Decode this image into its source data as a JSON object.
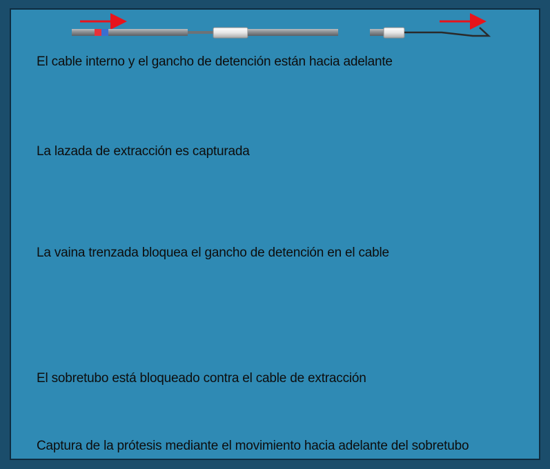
{
  "captions": {
    "step1": "El cable interno y el gancho de detención están hacia adelante",
    "step2": "La lazada de extracción es capturada",
    "step3": "La vaina trenzada bloquea el gancho de detención en el cable",
    "step4": "El sobretubo está bloqueado contra el cable de extracción",
    "step5": "Captura de la prótesis mediante el movimiento hacia adelante del sobretubo"
  },
  "colors": {
    "panel": "#2f8ab4",
    "border": "#1b4d6b",
    "arrow": "#e8141b",
    "marker_red": "#e8323a",
    "marker_blue": "#3a6fd0",
    "tube": "#8e9296",
    "caption": "#0d0d0d"
  }
}
